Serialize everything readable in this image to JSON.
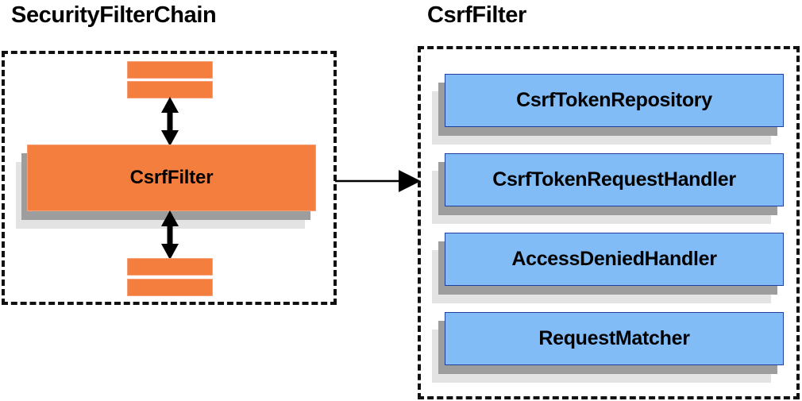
{
  "diagram": {
    "title_left": "SecurityFilterChain",
    "title_right": "CsrfFilter",
    "left_panel": {
      "name": "SecurityFilterChain",
      "center_block": "CsrfFilter",
      "unlabeled_blocks_above": 2,
      "unlabeled_blocks_below": 2
    },
    "right_panel": {
      "name": "CsrfFilter",
      "components": [
        {
          "label": "CsrfTokenRepository"
        },
        {
          "label": "CsrfTokenRequestHandler"
        },
        {
          "label": "AccessDeniedHandler"
        },
        {
          "label": "RequestMatcher"
        }
      ]
    },
    "connections": [
      {
        "from": "filter-chain-upper-blocks",
        "to": "csrf-filter-block",
        "style": "double-arrow-vertical"
      },
      {
        "from": "csrf-filter-block",
        "to": "filter-chain-lower-blocks",
        "style": "double-arrow-vertical"
      },
      {
        "from": "security-filter-chain-panel",
        "to": "csrf-filter-panel",
        "style": "single-arrow-right"
      }
    ],
    "colors": {
      "orange_fill": "#f47e3e",
      "orange_border": "#f8a077",
      "blue_fill": "#82bcf7",
      "blue_border": "#1f3f9e",
      "shadow_near": "#9d9d9d",
      "shadow_far": "#e3e3e3",
      "dash_border": "#111111",
      "text": "#000000",
      "background": "#ffffff"
    }
  }
}
